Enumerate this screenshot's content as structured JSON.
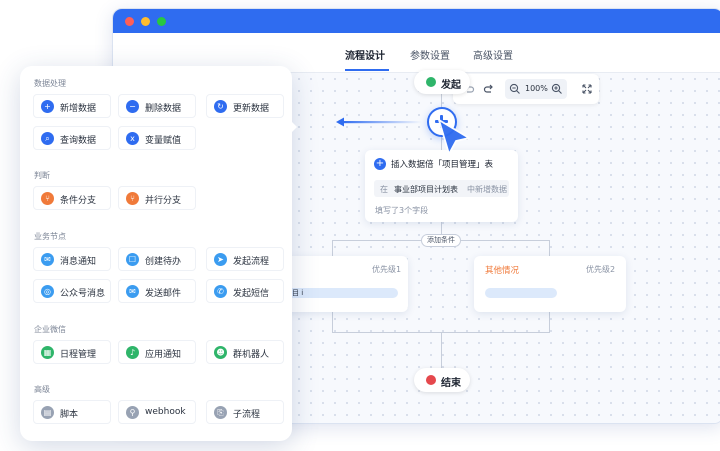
{
  "window": {
    "tabs": [
      "流程设计",
      "参数设置",
      "高级设置"
    ],
    "active_tab": "流程设计",
    "colors": {
      "accent": "#2f6cf0",
      "close": "#ff5f57",
      "minimize": "#ffbd2e",
      "maximize": "#28c840"
    }
  },
  "toolbar": {
    "undo_icon": "undo-icon",
    "redo_icon": "redo-icon",
    "zoom_out_icon": "zoom-out-icon",
    "zoom": "100%",
    "zoom_in_icon": "zoom-in-icon",
    "fullscreen_icon": "fullscreen-icon"
  },
  "flow": {
    "start_label": "发起",
    "end_label": "结束",
    "action_card": {
      "title": "插入数据倍「项目管理」表",
      "target_prefix": "在",
      "target": "事业部项目计划表",
      "target_suffix": "中新增数据",
      "footer": "填写了3个字段"
    },
    "add_condition_label": "添加条件",
    "branch_left": {
      "title_cut": "",
      "priority": "优先级1",
      "field_cut": "目 i"
    },
    "branch_right": {
      "title": "其他情况",
      "priority": "优先级2"
    }
  },
  "panel": {
    "sections": [
      {
        "title": "数据处理",
        "items": [
          {
            "label": "新增数据",
            "icon": "add-icon",
            "color": "#2f6cf0"
          },
          {
            "label": "删除数据",
            "icon": "minus-icon",
            "color": "#2f6cf0"
          },
          {
            "label": "更新数据",
            "icon": "refresh-icon",
            "color": "#2f6cf0"
          },
          {
            "label": "查询数据",
            "icon": "search-icon",
            "color": "#2f6cf0"
          },
          {
            "label": "变量赋值",
            "icon": "variable-icon",
            "color": "#2f6cf0"
          }
        ]
      },
      {
        "title": "判断",
        "items": [
          {
            "label": "条件分支",
            "icon": "branch-icon",
            "color": "#f07a3a"
          },
          {
            "label": "并行分支",
            "icon": "parallel-icon",
            "color": "#f07a3a"
          }
        ]
      },
      {
        "title": "业务节点",
        "items": [
          {
            "label": "消息通知",
            "icon": "message-icon",
            "color": "#3b9cf0"
          },
          {
            "label": "创建待办",
            "icon": "todo-icon",
            "color": "#3b9cf0"
          },
          {
            "label": "发起流程",
            "icon": "send-icon",
            "color": "#3b9cf0"
          },
          {
            "label": "公众号消息",
            "icon": "official-account-icon",
            "color": "#3b9cf0"
          },
          {
            "label": "发送邮件",
            "icon": "mail-icon",
            "color": "#3b9cf0"
          },
          {
            "label": "发起短信",
            "icon": "sms-icon",
            "color": "#3b9cf0"
          }
        ]
      },
      {
        "title": "企业微信",
        "items": [
          {
            "label": "日程管理",
            "icon": "calendar-icon",
            "color": "#2fb56a"
          },
          {
            "label": "应用通知",
            "icon": "bell-icon",
            "color": "#2fb56a"
          },
          {
            "label": "群机器人",
            "icon": "robot-icon",
            "color": "#2fb56a"
          }
        ]
      },
      {
        "title": "高级",
        "items": [
          {
            "label": "脚本",
            "icon": "script-icon",
            "color": "#98a2b3"
          },
          {
            "label": "webhook",
            "icon": "webhook-icon",
            "color": "#98a2b3"
          },
          {
            "label": "子流程",
            "icon": "subflow-icon",
            "color": "#98a2b3"
          }
        ]
      }
    ]
  }
}
